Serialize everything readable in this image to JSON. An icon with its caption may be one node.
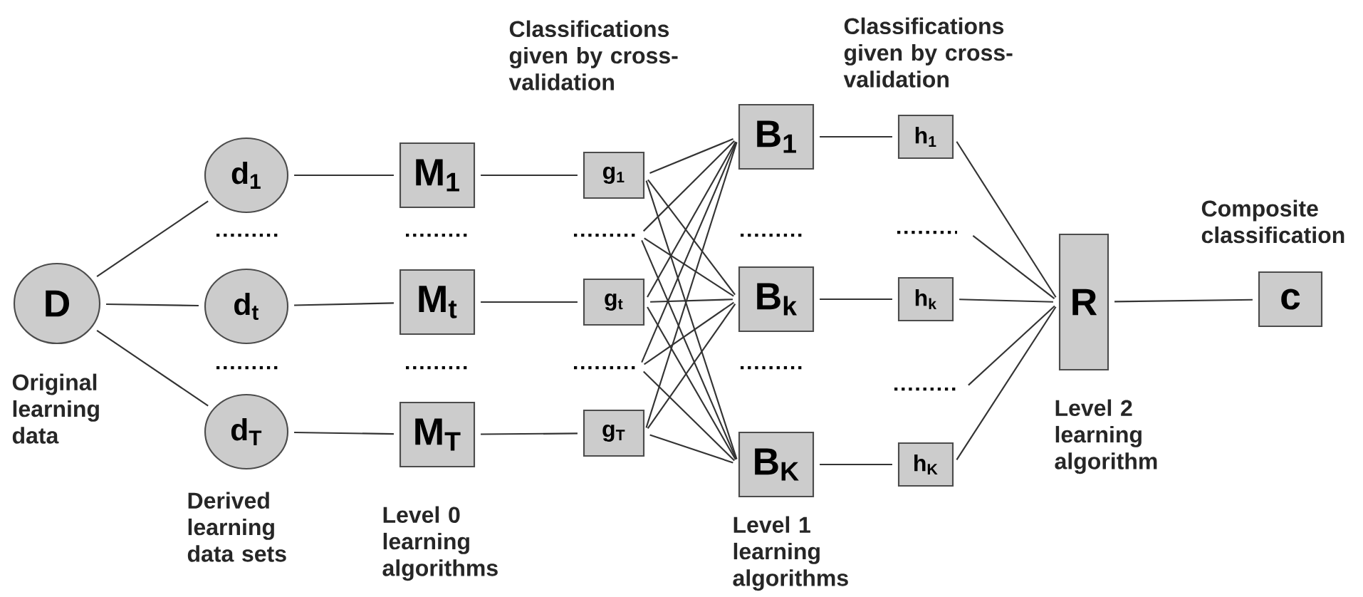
{
  "diagram": {
    "nodes": [
      {
        "text": [
          "D"
        ],
        "beside": [
          "Original learning data"
        ]
      },
      {
        "text": [
          "d$_{1}$"
        ]
      },
      {
        "text": [
          "d$_{t}$"
        ]
      },
      {
        "text": [
          "d$_{T}$"
        ],
        "beside": [
          "Derived learning data sets"
        ]
      },
      {
        "text": [
          "M$_{1}$"
        ]
      },
      {
        "text": [
          "M$_{t}$"
        ]
      },
      {
        "text": [
          "M$_{T}$"
        ],
        "beside": [
          "Level 0 learning algorithms"
        ]
      },
      {
        "text": [
          "g$_{1}$"
        ],
        "beside": [
          "Classifications given by cross-validation"
        ]
      },
      {
        "text": [
          "g$_{t}$"
        ]
      },
      {
        "text": [
          "g$_{T}$"
        ]
      },
      {
        "text": [
          "B$_{1}$"
        ]
      },
      {
        "text": [
          "B$_{k}$"
        ]
      },
      {
        "text": [
          "B$_{K}$"
        ],
        "beside": [
          "Level 1 learning algorithms"
        ]
      },
      {
        "text": [
          "h$_{1}$"
        ],
        "beside": [
          "Classifications given by cross-validation"
        ]
      },
      {
        "text": [
          "h$_{k}$"
        ]
      },
      {
        "text": [
          "h$_{K}$"
        ]
      },
      {
        "text": [
          "R"
        ],
        "beside": [
          "Level 2 learning algorithm"
        ]
      },
      {
        "text": [
          "c"
        ],
        "beside": [
          "Composite classification"
        ]
      }
    ],
    "edges": [
      {
        "from": 0,
        "to": 1,
        "arrow": "none"
      },
      {
        "from": 0,
        "to": 2,
        "arrow": "none"
      },
      {
        "from": 0,
        "to": 3,
        "arrow": "none"
      },
      {
        "from": 1,
        "to": 4,
        "arrow": "none"
      },
      {
        "from": 2,
        "to": 5,
        "arrow": "none"
      },
      {
        "from": 3,
        "to": 6,
        "arrow": "none"
      },
      {
        "from": 4,
        "to": 7,
        "arrow": "none"
      },
      {
        "from": 5,
        "to": 8,
        "arrow": "none"
      },
      {
        "from": 6,
        "to": 9,
        "arrow": "none"
      },
      {
        "from": 7,
        "to": 10,
        "arrow": "none"
      },
      {
        "from": 7,
        "to": 11,
        "arrow": "none"
      },
      {
        "from": 7,
        "to": 12,
        "arrow": "none"
      },
      {
        "from": 8,
        "to": 10,
        "arrow": "none"
      },
      {
        "from": 8,
        "to": 11,
        "arrow": "none"
      },
      {
        "from": 8,
        "to": 12,
        "arrow": "none"
      },
      {
        "from": 9,
        "to": 10,
        "arrow": "none"
      },
      {
        "from": 9,
        "to": 11,
        "arrow": "none"
      },
      {
        "from": 9,
        "to": 12,
        "arrow": "none"
      },
      {
        "from": null,
        "to": 10,
        "arrow": "none"
      },
      {
        "from": null,
        "to": 11,
        "arrow": "none"
      },
      {
        "from": null,
        "to": 12,
        "arrow": "none"
      },
      {
        "from": null,
        "to": 10,
        "arrow": "none"
      },
      {
        "from": null,
        "to": 11,
        "arrow": "none"
      },
      {
        "from": null,
        "to": 12,
        "arrow": "none"
      },
      {
        "from": 10,
        "to": 13,
        "arrow": "none"
      },
      {
        "from": 11,
        "to": 14,
        "arrow": "none"
      },
      {
        "from": 12,
        "to": 15,
        "arrow": "none"
      },
      {
        "from": 13,
        "to": 16,
        "arrow": "none"
      },
      {
        "from": null,
        "to": 16,
        "arrow": "none"
      },
      {
        "from": 14,
        "to": 16,
        "arrow": "none"
      },
      {
        "from": null,
        "to": 16,
        "arrow": "none"
      },
      {
        "from": 15,
        "to": 16,
        "arrow": "none"
      },
      {
        "from": 16,
        "to": 17,
        "arrow": "none"
      }
    ]
  }
}
